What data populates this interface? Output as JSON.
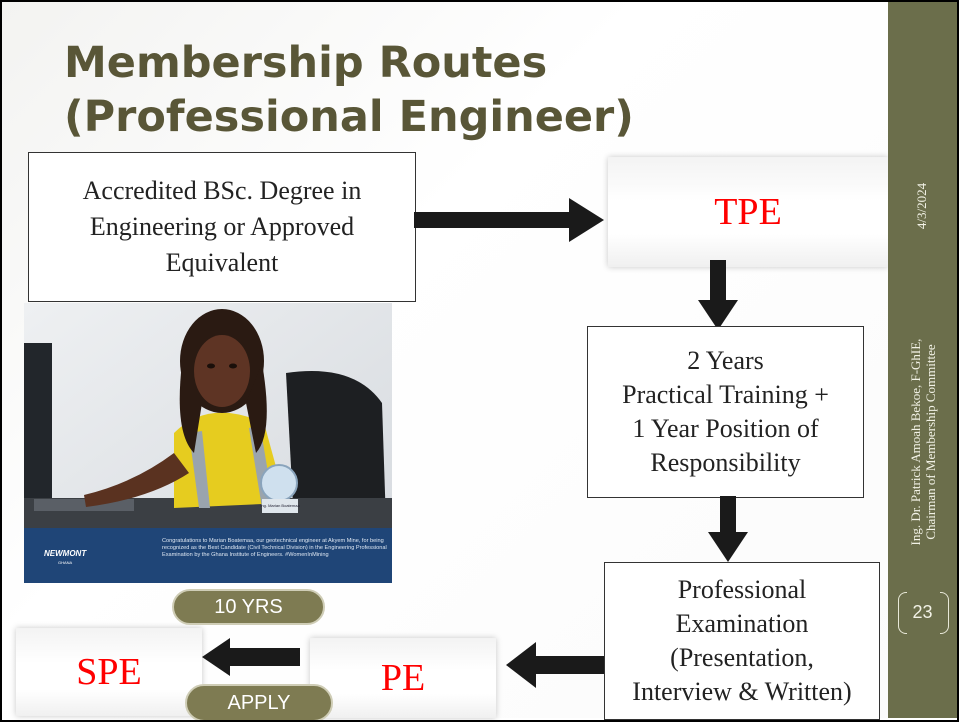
{
  "title": "Membership Routes (Professional Engineer)",
  "boxes": {
    "bsc": "Accredited BSc. Degree in Engineering or Approved Equivalent",
    "tpe": "TPE",
    "training_lines": [
      "2 Years",
      "Practical Training +",
      "1 Year Position of",
      "Responsibility"
    ],
    "exam_lines": [
      "Professional",
      "Examination",
      "(Presentation,",
      "Interview & Written)"
    ],
    "pe": "PE",
    "spe": "SPE"
  },
  "pills": {
    "ten_years": "10 YRS",
    "apply": "APPLY"
  },
  "photo": {
    "brand": "NEWMONT",
    "brand_sub": "GHANA",
    "plaque": "Ing. Marian Boatemaa",
    "caption": "Congratulations to Marian Boatemaa, our geotechnical engineer at Akyem Mine, for being recognized as the Best Candidate (Civil Technical Division) in the Engineering Professional Examination by the Ghana Institute of Engineers. #WomenInMining"
  },
  "sidebar": {
    "date": "4/3/2024",
    "author": [
      "Ing. Dr. Patrick Amoah Bekoe, F-GhIE,",
      "Chairman of Membership Committee"
    ],
    "page_number": "23"
  },
  "colors": {
    "title": "#595637",
    "sidebar": "#6b6e4b",
    "accent_red": "#ff0000",
    "pill": "#7e7b52",
    "arrow": "#1a1a1a"
  }
}
